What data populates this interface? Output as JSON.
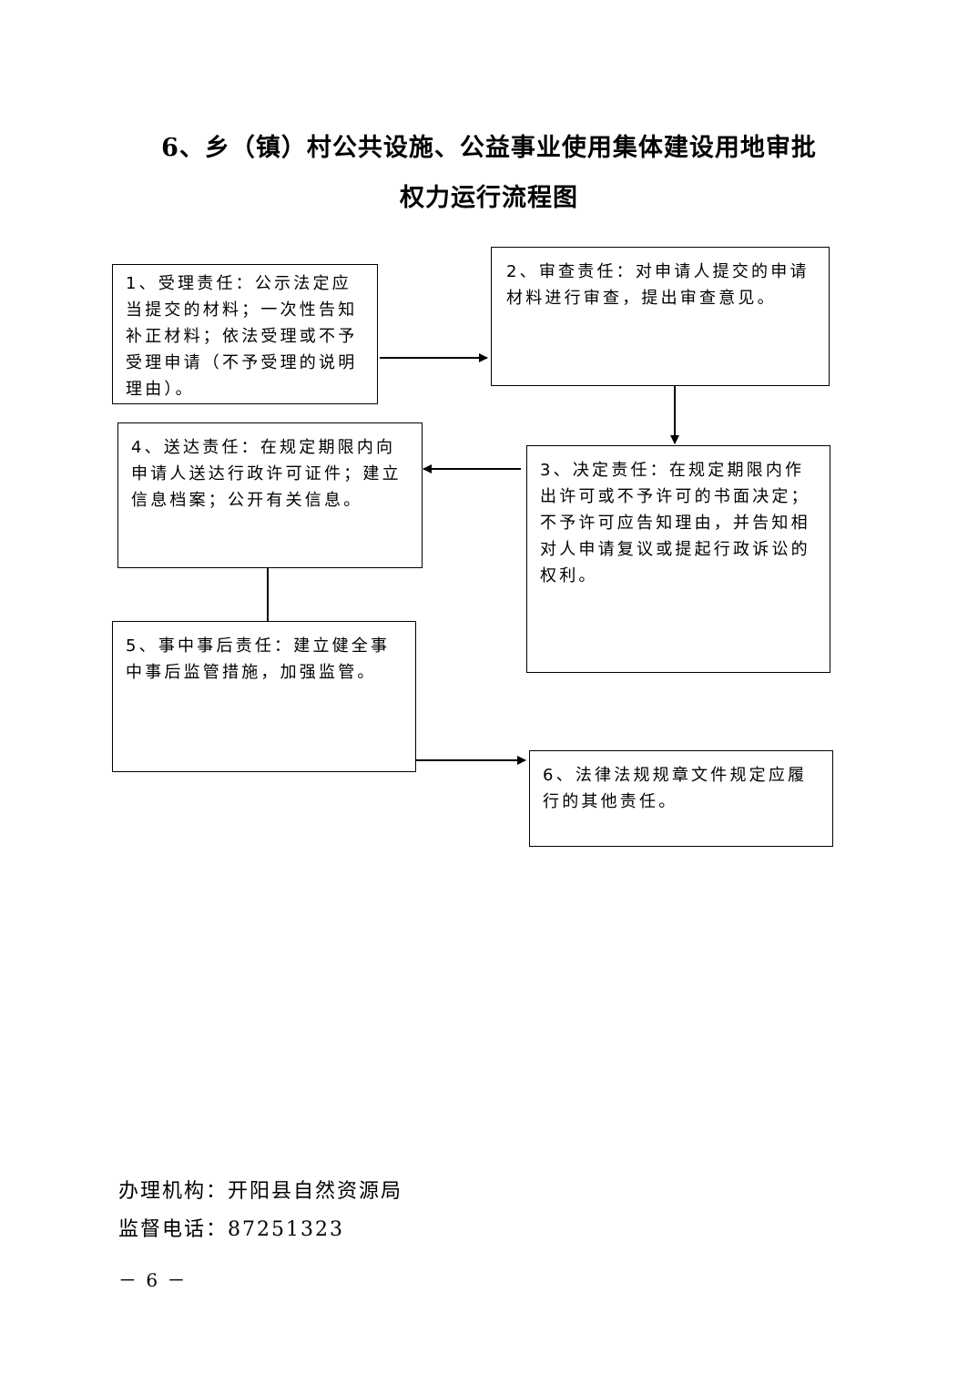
{
  "title": {
    "line1": "6、乡（镇）村公共设施、公益事业使用集体建设用地审批",
    "line2": "权力运行流程图"
  },
  "steps": [
    {
      "text": "1、受理责任：公示法定应当提交的材料；一次性告知补正材料；依法受理或不予受理申请（不予受理的说明理由）。"
    },
    {
      "text": "2、审查责任：对申请人提交的申请材料进行审查，提出审查意见。"
    },
    {
      "text": "3、决定责任：在规定期限内作出许可或不予许可的书面决定；不予许可应告知理由，并告知相对人申请复议或提起行政诉讼的权利。"
    },
    {
      "text": "4、送达责任：在规定期限内向申请人送达行政许可证件；建立信息档案；公开有关信息。"
    },
    {
      "text": "5、事中事后责任：建立健全事中事后监管措施，加强监管。"
    },
    {
      "text": "6、法律法规规章文件规定应履行的其他责任。"
    }
  ],
  "footer": {
    "agency": "办理机构：开阳县自然资源局",
    "phone": "监督电话：87251323",
    "page": "－ 6 －"
  }
}
